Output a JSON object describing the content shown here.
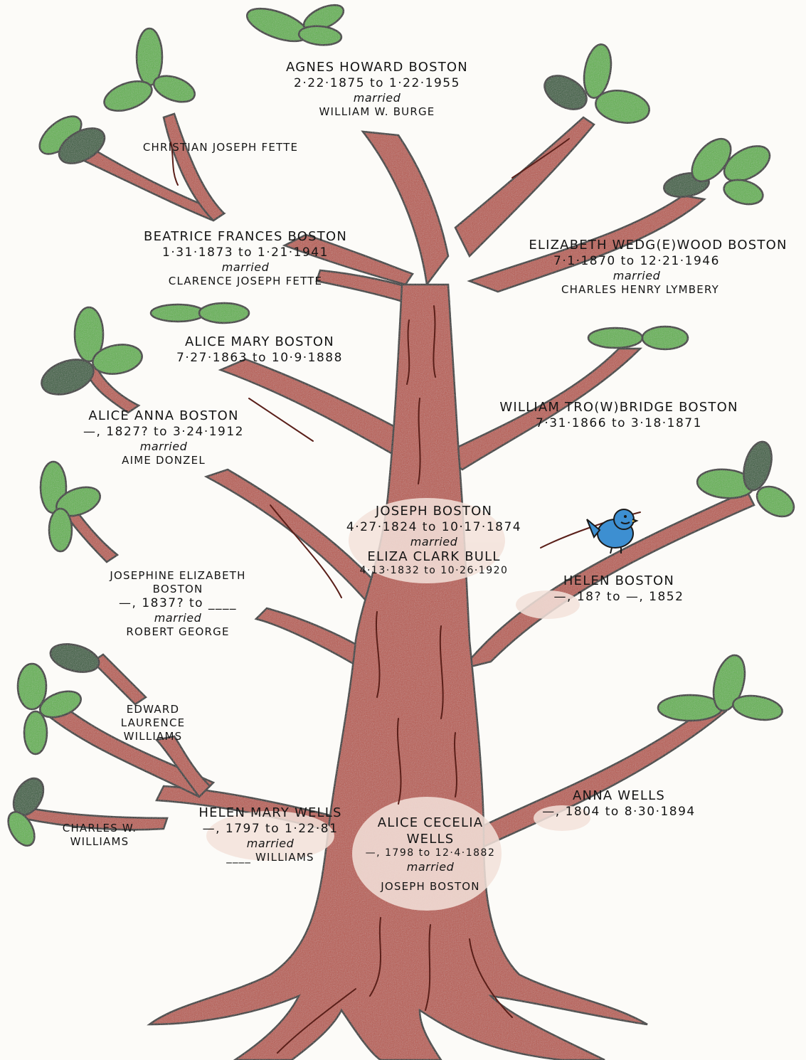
{
  "people": {
    "agnes": {
      "name": "Agnes Howard Boston",
      "dates": "2·22·1875 to 1·22·1955",
      "married": "married",
      "spouse": "William W. Burge"
    },
    "christian": {
      "name": "Christian Joseph Fette"
    },
    "beatrice": {
      "name": "Beatrice Frances Boston",
      "dates": "1·31·1873 to 1·21·1941",
      "married": "married",
      "spouse": "Clarence Joseph Fette"
    },
    "elizabeth": {
      "name": "Elizabeth Wedg(e)wood Boston",
      "dates": "7·1·1870 to 12·21·1946",
      "married": "married",
      "spouse": "Charles Henry Lymbery"
    },
    "alice_mary": {
      "name": "Alice Mary Boston",
      "dates": "7·27·1863 to 10·9·1888"
    },
    "william": {
      "name": "William Tro(w)bridge Boston",
      "dates": "7·31·1866 to 3·18·1871"
    },
    "alice_anna": {
      "name": "Alice Anna Boston",
      "dates": "—, 1827? to 3·24·1912",
      "married": "married",
      "spouse": "Aime Donzel"
    },
    "joseph": {
      "name": "Joseph Boston",
      "dates": "4·27·1824 to 10·17·1874",
      "married": "married",
      "spouse": "Eliza Clark Bull",
      "spouse_dates": "4·13·1832 to 10·26·1920"
    },
    "josephine": {
      "name_line1": "Josephine Elizabeth",
      "name_line2": "Boston",
      "dates": "—, 1837? to ____",
      "married": "married",
      "spouse": "Robert George"
    },
    "helen_boston": {
      "name": "Helen Boston",
      "dates": "—, 18? to —, 1852"
    },
    "edward": {
      "name_line1": "Edward",
      "name_line2": "Laurence",
      "name_line3": "Williams"
    },
    "charles": {
      "name_line1": "Charles W.",
      "name_line2": "Williams"
    },
    "helen_mary": {
      "name": "Helen Mary Wells",
      "dates": "—, 1797 to 1·22·81",
      "married": "married",
      "spouse": "____ Williams"
    },
    "alice_cecelia": {
      "name_line1": "Alice Cecelia",
      "name_line2": "Wells",
      "dates": "—, 1798 to 12·4·1882",
      "married": "married",
      "spouse": "Joseph Boston"
    },
    "anna": {
      "name": "Anna Wells",
      "dates": "—, 1804 to 8·30·1894"
    }
  },
  "colors": {
    "bark": "#b9574c",
    "bark_dark": "#8f3a31",
    "bark_light": "#e8c4b8",
    "leaf": "#5fb24a",
    "leaf_dark": "#2f5a36",
    "outline": "#1a1a1a",
    "bird": "#3d8fd1",
    "paper": "#fcfbf8"
  }
}
